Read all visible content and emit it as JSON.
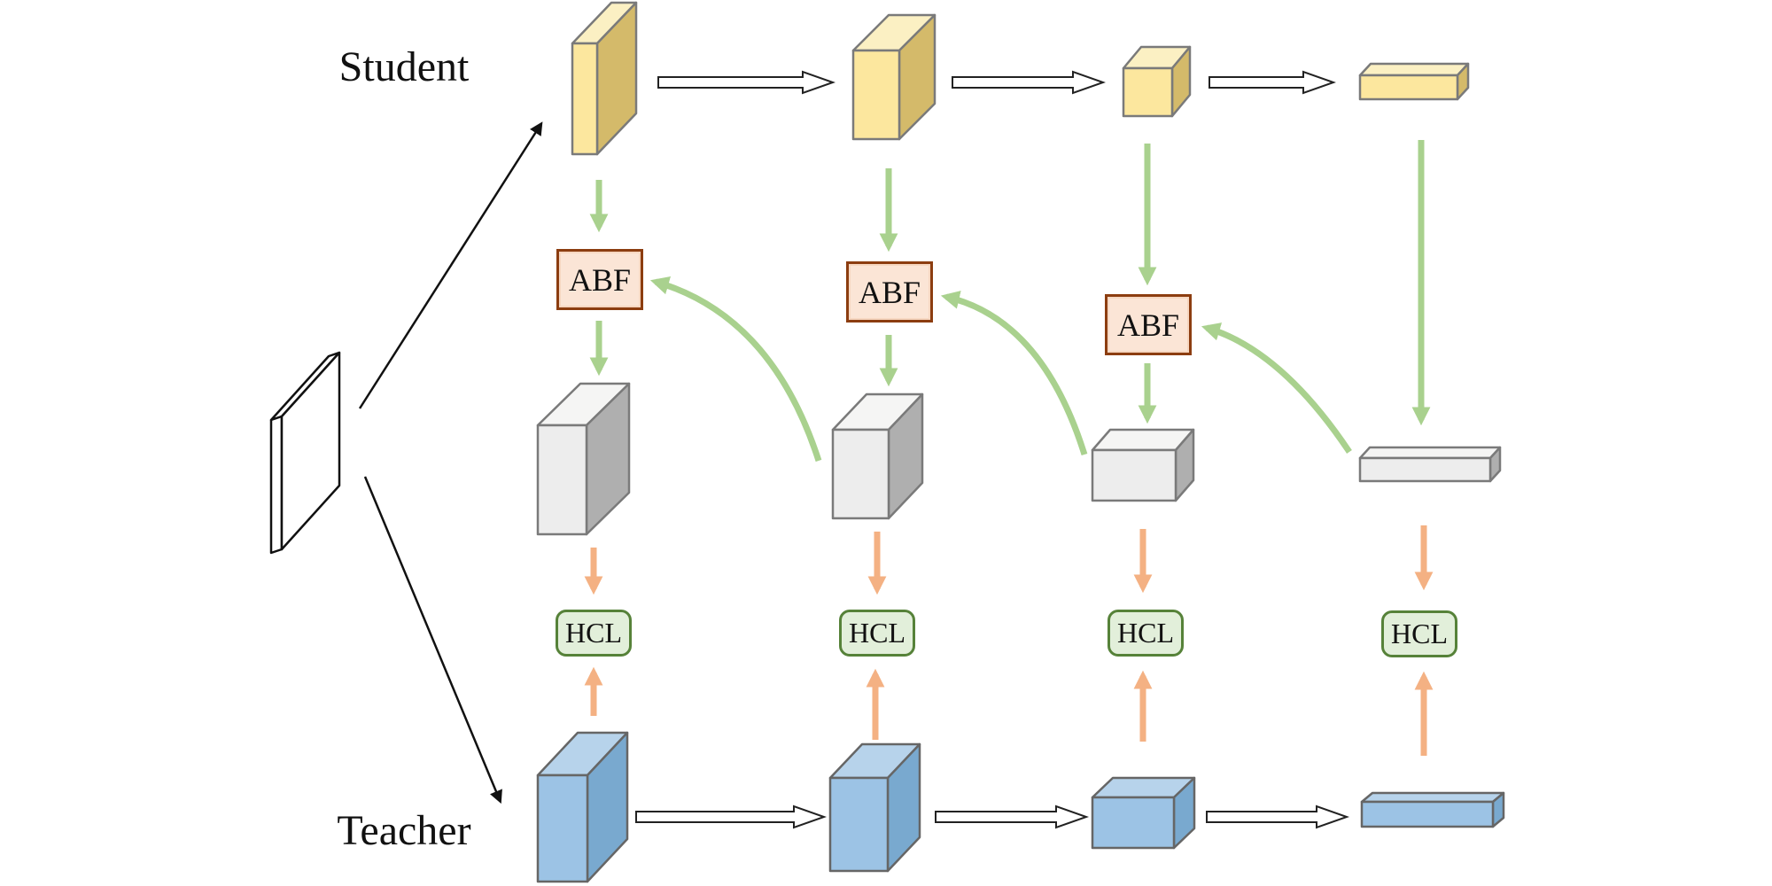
{
  "diagram": {
    "labels": {
      "student": "Student",
      "teacher": "Teacher"
    },
    "abf_modules": [
      {
        "label": "ABF"
      },
      {
        "label": "ABF"
      },
      {
        "label": "ABF"
      }
    ],
    "hcl_modules": [
      {
        "label": "HCL"
      },
      {
        "label": "HCL"
      },
      {
        "label": "HCL"
      },
      {
        "label": "HCL"
      }
    ],
    "colors": {
      "student_feature_front": "#FCE79E",
      "student_feature_side": "#D4BA6A",
      "student_feature_top": "#FBF0C3",
      "fused_feature_front": "#EDEDED",
      "fused_feature_side": "#AFAFAF",
      "fused_feature_top": "#F5F5F4",
      "teacher_feature_front": "#9CC3E5",
      "teacher_feature_side": "#79A9CF",
      "teacher_feature_top": "#B7D3EB",
      "abf_fill": "#FBE5D6",
      "abf_border": "#8C3D10",
      "hcl_fill": "#E2EFDA",
      "hcl_border": "#568239",
      "green_arrow": "#A9D18E",
      "orange_arrow": "#F4B183"
    }
  }
}
